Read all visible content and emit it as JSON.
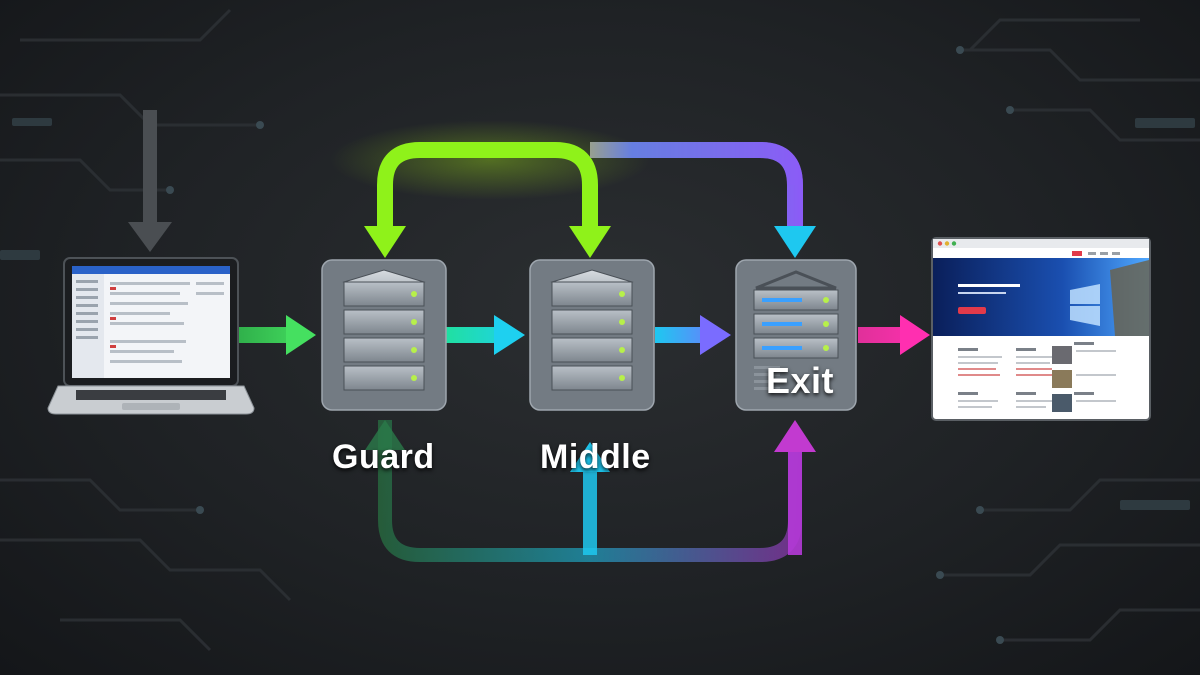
{
  "nodes": {
    "guard": {
      "label": "Guard"
    },
    "middle": {
      "label": "Middle"
    },
    "exit": {
      "label": "Exit"
    }
  },
  "colors": {
    "green": "#3ee05a",
    "lime": "#8ff21a",
    "cyan": "#1ec8f0",
    "blue": "#5a8cff",
    "violet": "#8b5cf6",
    "magenta": "#ff2fb0",
    "gray": "#4a4e52"
  },
  "icons": [
    "laptop-icon",
    "server-stack-icon",
    "website-window-icon",
    "arrow-icon"
  ]
}
